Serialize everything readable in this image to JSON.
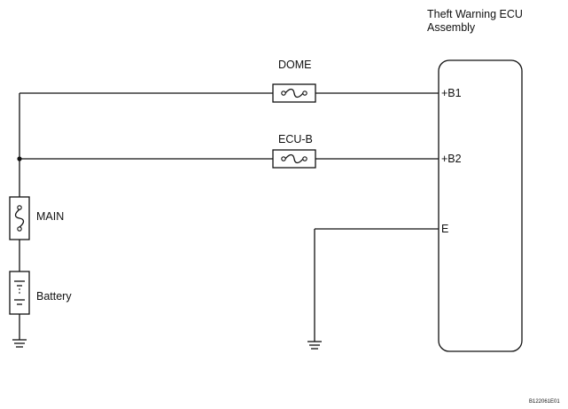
{
  "ecu": {
    "title_line1": "Theft Warning ECU",
    "title_line2": "Assembly",
    "pins": {
      "b1": "+B1",
      "b2": "+B2",
      "e": "E"
    }
  },
  "fuses": {
    "dome": "DOME",
    "ecu_b": "ECU-B",
    "main": "MAIN"
  },
  "battery": {
    "label": "Battery"
  },
  "figure_code": "B122061E01"
}
